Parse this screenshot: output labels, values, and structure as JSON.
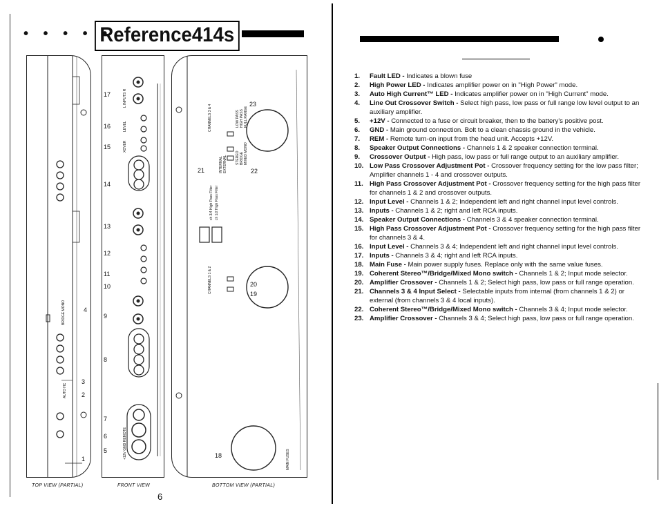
{
  "header": {
    "title": "Reference414s",
    "dots": "• • • • •"
  },
  "page_number": "6",
  "captions": {
    "top": "TOP VIEW (PARTIAL)",
    "front": "FRONT VIEW",
    "bottom": "BOTTOM VIEW (PARTIAL)"
  },
  "callouts": {
    "top": [
      "1",
      "2",
      "3",
      "4"
    ],
    "front": [
      "5",
      "6",
      "7",
      "8",
      "9",
      "10",
      "11",
      "12",
      "13",
      "14",
      "15",
      "16",
      "17"
    ],
    "bottom": [
      "18",
      "19",
      "20",
      "21",
      "22",
      "23"
    ]
  },
  "panel_labels": {
    "top_switch": "BRIDGE MONO",
    "top_led": "AUTO HC",
    "front_left_in": "L INPUTS R",
    "front_level": "LEVEL",
    "front_xover": "XOVER",
    "front_power": "+12V GND REMOTE",
    "bottom_ch12": "CHANNELS 1 & 2",
    "bottom_ch34": "CHANNELS 3 & 4",
    "bottom_lowpass": "LOW PASS",
    "bottom_highpass": "HIGH PASS",
    "bottom_fullrange": "FULL RANGE",
    "bottom_stereo": "STEREO",
    "bottom_bridge": "BRIDGE",
    "bottom_mixed": "MIXED MONO",
    "bottom_internal": "INTERNAL",
    "bottom_external": "EXTERNAL",
    "bottom_main_fuses": "MAIN FUSES",
    "bottom_fuse_ch34": "ch 3/4 High Pass Filter",
    "bottom_fuse_ch12": "ch 1/2 High Pass Filter"
  },
  "items": [
    {
      "n": "1.",
      "label": "Fault LED -",
      "text": " Indicates a blown fuse"
    },
    {
      "n": "2.",
      "label": "High Power LED -",
      "text": " Indicates amplifier power on in \"High Power\" mode."
    },
    {
      "n": "3.",
      "label": "Auto High Current™ LED -",
      "text": " Indicates amplifier power on in \"High Current\" mode."
    },
    {
      "n": "4.",
      "label": "Line Out Crossover Switch -",
      "text": " Select high pass, low pass or full range low level output to an auxiliary amplifier."
    },
    {
      "n": "5.",
      "label": "+12V -",
      "text": " Connected to a fuse or circuit breaker, then to the battery's positive post."
    },
    {
      "n": "6.",
      "label": "GND -",
      "text": " Main ground connection. Bolt to a clean chassis ground in the vehicle."
    },
    {
      "n": "7.",
      "label": "REM -",
      "text": " Remote turn-on input from the head unit. Accepts +12V."
    },
    {
      "n": "8.",
      "label": "Speaker Output Connections -",
      "text": " Channels 1 & 2 speaker connection terminal."
    },
    {
      "n": "9.",
      "label": "Crossover Output -",
      "text": " High pass, low pass or full range output to an auxiliary amplifier."
    },
    {
      "n": "10.",
      "label": "Low Pass Crossover Adjustment Pot -",
      "text": " Crossover frequency setting for the low pass filter; Amplifier channels 1 - 4 and crossover outputs."
    },
    {
      "n": "11.",
      "label": "High Pass Crossover Adjustment Pot -",
      "text": " Crossover frequency setting for the high pass filter for channels 1 & 2 and crossover outputs."
    },
    {
      "n": "12.",
      "label": "Input Level -",
      "text": " Channels 1 & 2; Independent left and right channel input level controls."
    },
    {
      "n": "13.",
      "label": "Inputs -",
      "text": " Channels 1 & 2; right and left RCA inputs."
    },
    {
      "n": "14.",
      "label": "Speaker Output Connections -",
      "text": " Channels 3 & 4 speaker connection terminal."
    },
    {
      "n": "15.",
      "label": "High Pass Crossover Adjustment Pot -",
      "text": " Crossover frequency setting for the high pass filter for channels 3 & 4."
    },
    {
      "n": "16.",
      "label": "Input Level -",
      "text": " Channels 3 & 4; Independent left and right channel input level controls."
    },
    {
      "n": "17.",
      "label": "Inputs -",
      "text": " Channels 3 & 4; right and left RCA inputs."
    },
    {
      "n": "18.",
      "label": "Main Fuse -",
      "text": " Main power supply fuses. Replace only with the same value fuses."
    },
    {
      "n": "19.",
      "label": "Coherent Stereo™/Bridge/Mixed Mono switch -",
      "text": " Channels 1 & 2; Input mode selector."
    },
    {
      "n": "20.",
      "label": "Amplifier Crossover -",
      "text": " Channels 1 & 2; Select high pass, low pass or full range operation."
    },
    {
      "n": "21.",
      "label": "Channels 3 & 4 Input Select -",
      "text": " Selectable inputs from internal (from channels 1 & 2) or external (from channels 3 & 4 local inputs)."
    },
    {
      "n": "22.",
      "label": "Coherent Stereo™/Bridge/Mixed Mono switch -",
      "text": " Channels 3 & 4; Input mode selector."
    },
    {
      "n": "23.",
      "label": "Amplifier Crossover -",
      "text": " Channels 3 & 4; Select high pass, low pass or full range operation."
    }
  ]
}
